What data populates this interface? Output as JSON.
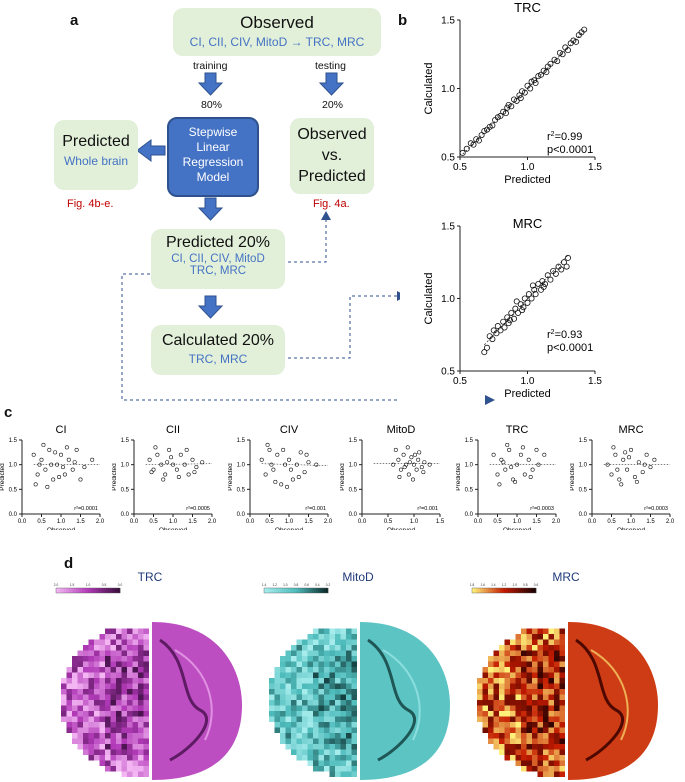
{
  "panel_labels": {
    "a": "a",
    "b": "b",
    "c": "c",
    "d": "d"
  },
  "flow": {
    "observed_title": "Observed",
    "observed_sub": "CI, CII, CIV, MitoD → TRC, MRC",
    "training_label": "training",
    "testing_label": "testing",
    "training_pct": "80%",
    "testing_pct": "20%",
    "model_label": "Stepwise Linear Regression Model",
    "model_lines": [
      "Stepwise",
      "Linear",
      "Regression",
      "Model"
    ],
    "predicted_title": "Predicted",
    "predicted_sub": "Whole brain",
    "predicted_fig": "Fig. 4b-e.",
    "obs_vs_pred_lines": [
      "Observed",
      "vs.",
      "Predicted"
    ],
    "obs_vs_pred_fig": "Fig. 4a.",
    "pred20_title": "Predicted 20%",
    "pred20_sub_lines": [
      "CI, CII, CIV, MitoD",
      "TRC, MRC"
    ],
    "calc20_title": "Calculated 20%",
    "calc20_sub": "TRC, MRC"
  },
  "colors": {
    "box_green": "#e2f0d9",
    "model_blue": "#4472c4",
    "text_blue": "#4472c4",
    "fig_red": "#c00000"
  },
  "chart_data": [
    {
      "id": "b-TRC",
      "type": "scatter",
      "title": "TRC",
      "xlabel": "Predicted",
      "ylabel": "Calculated",
      "xlim": [
        0.5,
        1.5
      ],
      "ylim": [
        0.5,
        1.5
      ],
      "xticks": [
        "0.5",
        "1.0",
        "1.5"
      ],
      "yticks": [
        "0.5",
        "1.0",
        "1.5"
      ],
      "stats_r2": "0.99",
      "stats_p": "p<0.0001",
      "points": [
        [
          0.52,
          0.53
        ],
        [
          0.55,
          0.56
        ],
        [
          0.58,
          0.6
        ],
        [
          0.6,
          0.59
        ],
        [
          0.62,
          0.63
        ],
        [
          0.64,
          0.62
        ],
        [
          0.66,
          0.66
        ],
        [
          0.68,
          0.69
        ],
        [
          0.7,
          0.7
        ],
        [
          0.72,
          0.72
        ],
        [
          0.74,
          0.73
        ],
        [
          0.76,
          0.77
        ],
        [
          0.78,
          0.79
        ],
        [
          0.8,
          0.8
        ],
        [
          0.82,
          0.83
        ],
        [
          0.84,
          0.82
        ],
        [
          0.85,
          0.86
        ],
        [
          0.86,
          0.88
        ],
        [
          0.88,
          0.87
        ],
        [
          0.9,
          0.92
        ],
        [
          0.92,
          0.91
        ],
        [
          0.94,
          0.95
        ],
        [
          0.95,
          0.93
        ],
        [
          0.96,
          0.98
        ],
        [
          0.98,
          0.97
        ],
        [
          1.0,
          1.02
        ],
        [
          1.02,
          1.0
        ],
        [
          1.03,
          1.05
        ],
        [
          1.05,
          1.06
        ],
        [
          1.06,
          1.04
        ],
        [
          1.08,
          1.09
        ],
        [
          1.1,
          1.1
        ],
        [
          1.12,
          1.13
        ],
        [
          1.14,
          1.12
        ],
        [
          1.15,
          1.16
        ],
        [
          1.17,
          1.18
        ],
        [
          1.2,
          1.21
        ],
        [
          1.22,
          1.2
        ],
        [
          1.24,
          1.26
        ],
        [
          1.26,
          1.25
        ],
        [
          1.28,
          1.3
        ],
        [
          1.3,
          1.28
        ],
        [
          1.32,
          1.33
        ],
        [
          1.34,
          1.35
        ],
        [
          1.36,
          1.34
        ],
        [
          1.38,
          1.39
        ],
        [
          1.4,
          1.41
        ],
        [
          1.42,
          1.43
        ]
      ]
    },
    {
      "id": "b-MRC",
      "type": "scatter",
      "title": "MRC",
      "xlabel": "Predicted",
      "ylabel": "Calculated",
      "xlim": [
        0.5,
        1.5
      ],
      "ylim": [
        0.5,
        1.5
      ],
      "xticks": [
        "0.5",
        "1.0",
        "1.5"
      ],
      "yticks": [
        "0.5",
        "1.0",
        "1.5"
      ],
      "stats_r2": "0.93",
      "stats_p": "p<0.0001",
      "points": [
        [
          0.68,
          0.63
        ],
        [
          0.7,
          0.66
        ],
        [
          0.72,
          0.74
        ],
        [
          0.74,
          0.72
        ],
        [
          0.75,
          0.78
        ],
        [
          0.77,
          0.76
        ],
        [
          0.78,
          0.81
        ],
        [
          0.8,
          0.78
        ],
        [
          0.82,
          0.84
        ],
        [
          0.83,
          0.8
        ],
        [
          0.85,
          0.87
        ],
        [
          0.86,
          0.83
        ],
        [
          0.88,
          0.9
        ],
        [
          0.9,
          0.86
        ],
        [
          0.91,
          0.93
        ],
        [
          0.93,
          0.9
        ],
        [
          0.95,
          0.96
        ],
        [
          0.96,
          0.92
        ],
        [
          0.98,
          1.0
        ],
        [
          1.0,
          0.97
        ],
        [
          1.01,
          1.03
        ],
        [
          1.03,
          1.0
        ],
        [
          1.05,
          1.06
        ],
        [
          1.06,
          1.03
        ],
        [
          1.08,
          1.1
        ],
        [
          1.1,
          1.06
        ],
        [
          1.11,
          1.12
        ],
        [
          1.13,
          1.1
        ],
        [
          1.15,
          1.16
        ],
        [
          1.17,
          1.13
        ],
        [
          1.19,
          1.19
        ],
        [
          1.21,
          1.17
        ],
        [
          1.23,
          1.22
        ],
        [
          1.25,
          1.2
        ],
        [
          1.27,
          1.25
        ],
        [
          1.29,
          1.22
        ],
        [
          1.3,
          1.28
        ],
        [
          0.92,
          0.98
        ],
        [
          0.97,
          0.94
        ],
        [
          1.04,
          1.09
        ],
        [
          1.12,
          1.08
        ],
        [
          0.87,
          0.85
        ]
      ]
    },
    {
      "id": "c-CI",
      "type": "scatter",
      "title": "CI",
      "xlabel": "Observed",
      "ylabel": "Predicted",
      "xlim": [
        0,
        2
      ],
      "ylim": [
        0,
        1.5
      ],
      "xticks": [
        "0.0",
        "0.5",
        "1.0",
        "1.5",
        "2.0"
      ],
      "yticks": [
        "0.0",
        "0.5",
        "1.0",
        "1.5"
      ],
      "stats": "r²=0.0001",
      "regression": [
        1.0,
        1.0
      ],
      "points": [
        [
          0.3,
          1.2
        ],
        [
          0.4,
          0.8
        ],
        [
          0.5,
          1.1
        ],
        [
          0.6,
          0.9
        ],
        [
          0.7,
          1.3
        ],
        [
          0.8,
          0.7
        ],
        [
          0.9,
          1.0
        ],
        [
          1.0,
          1.2
        ],
        [
          1.1,
          0.8
        ],
        [
          1.2,
          1.1
        ],
        [
          1.3,
          0.9
        ],
        [
          1.4,
          1.3
        ],
        [
          1.5,
          0.7
        ],
        [
          0.35,
          0.6
        ],
        [
          0.55,
          1.4
        ],
        [
          0.75,
          1.0
        ],
        [
          0.95,
          0.75
        ],
        [
          1.15,
          1.35
        ],
        [
          1.35,
          1.05
        ],
        [
          1.6,
          0.95
        ],
        [
          1.8,
          1.1
        ],
        [
          0.45,
          1.0
        ],
        [
          0.65,
          0.55
        ],
        [
          0.85,
          1.25
        ],
        [
          1.05,
          0.95
        ]
      ]
    },
    {
      "id": "c-CII",
      "type": "scatter",
      "title": "CII",
      "xlabel": "Observed",
      "ylabel": "Predicted",
      "xlim": [
        0,
        2
      ],
      "ylim": [
        0,
        1.5
      ],
      "xticks": [
        "0.0",
        "0.5",
        "1.0",
        "1.5",
        "2.0"
      ],
      "yticks": [
        "0.0",
        "0.5",
        "1.0",
        "1.5"
      ],
      "stats": "r²=0.0005",
      "regression": [
        1.0,
        1.02
      ],
      "points": [
        [
          0.4,
          1.1
        ],
        [
          0.5,
          0.9
        ],
        [
          0.6,
          1.2
        ],
        [
          0.7,
          1.0
        ],
        [
          0.8,
          0.8
        ],
        [
          0.9,
          1.3
        ],
        [
          1.0,
          1.0
        ],
        [
          1.1,
          0.9
        ],
        [
          1.2,
          1.2
        ],
        [
          1.3,
          1.0
        ],
        [
          1.4,
          0.8
        ],
        [
          1.5,
          1.1
        ],
        [
          1.6,
          0.95
        ],
        [
          0.55,
          1.35
        ],
        [
          0.75,
          0.7
        ],
        [
          0.95,
          1.15
        ],
        [
          1.15,
          0.75
        ],
        [
          1.35,
          1.3
        ],
        [
          1.55,
          0.85
        ],
        [
          1.75,
          1.05
        ],
        [
          0.45,
          0.85
        ],
        [
          0.85,
          1.05
        ]
      ]
    },
    {
      "id": "c-CIV",
      "type": "scatter",
      "title": "CIV",
      "xlabel": "Observed",
      "ylabel": "Predicted",
      "xlim": [
        0,
        2
      ],
      "ylim": [
        0,
        1.5
      ],
      "xticks": [
        "0.0",
        "0.5",
        "1.0",
        "1.5",
        "2.0"
      ],
      "yticks": [
        "0.0",
        "0.5",
        "1.0",
        "1.5"
      ],
      "stats": "r²=0.001",
      "regression": [
        1.02,
        0.98
      ],
      "points": [
        [
          0.3,
          1.1
        ],
        [
          0.4,
          0.8
        ],
        [
          0.5,
          1.3
        ],
        [
          0.6,
          0.9
        ],
        [
          0.7,
          1.2
        ],
        [
          0.8,
          0.6
        ],
        [
          0.9,
          1.0
        ],
        [
          1.0,
          1.1
        ],
        [
          1.1,
          0.7
        ],
        [
          1.2,
          1.0
        ],
        [
          1.3,
          1.25
        ],
        [
          1.4,
          0.85
        ],
        [
          1.5,
          1.05
        ],
        [
          0.45,
          1.4
        ],
        [
          0.65,
          0.65
        ],
        [
          0.85,
          1.3
        ],
        [
          1.05,
          0.9
        ],
        [
          1.25,
          0.75
        ],
        [
          1.45,
          1.2
        ],
        [
          1.7,
          1.0
        ],
        [
          0.55,
          1.0
        ],
        [
          0.95,
          0.55
        ]
      ]
    },
    {
      "id": "c-MitoD",
      "type": "scatter",
      "title": "MitoD",
      "xlabel": "Observed",
      "ylabel": "Predicted",
      "xlim": [
        0,
        1.5
      ],
      "ylim": [
        0,
        1.5
      ],
      "xticks": [
        "0.0",
        "0.5",
        "1.0",
        "1.5"
      ],
      "yticks": [
        "0.0",
        "0.5",
        "1.0",
        "1.5"
      ],
      "stats": "r²=0.001",
      "regression": [
        1.02,
        1.02
      ],
      "points": [
        [
          0.6,
          1.0
        ],
        [
          0.7,
          1.1
        ],
        [
          0.75,
          0.9
        ],
        [
          0.8,
          1.2
        ],
        [
          0.85,
          1.0
        ],
        [
          0.9,
          0.8
        ],
        [
          0.95,
          1.15
        ],
        [
          1.0,
          1.0
        ],
        [
          1.05,
          0.9
        ],
        [
          1.1,
          1.25
        ],
        [
          1.15,
          0.95
        ],
        [
          1.2,
          1.05
        ],
        [
          0.65,
          1.3
        ],
        [
          0.72,
          0.75
        ],
        [
          0.88,
          1.35
        ],
        [
          0.98,
          0.7
        ],
        [
          1.08,
          1.1
        ],
        [
          1.18,
          0.85
        ],
        [
          1.3,
          1.0
        ],
        [
          0.82,
          0.95
        ],
        [
          0.92,
          1.05
        ],
        [
          1.02,
          1.2
        ]
      ]
    },
    {
      "id": "c-TRC",
      "type": "scatter",
      "title": "TRC",
      "xlabel": "Observed",
      "ylabel": "Predicted",
      "xlim": [
        0,
        2
      ],
      "ylim": [
        0,
        1.5
      ],
      "xticks": [
        "0.0",
        "0.5",
        "1.0",
        "1.5",
        "2.0"
      ],
      "yticks": [
        "0.0",
        "0.5",
        "1.0",
        "1.5"
      ],
      "stats": "r²=0.0003",
      "regression": [
        1.0,
        1.0
      ],
      "points": [
        [
          0.4,
          1.2
        ],
        [
          0.5,
          0.8
        ],
        [
          0.6,
          1.1
        ],
        [
          0.7,
          0.9
        ],
        [
          0.8,
          1.3
        ],
        [
          0.9,
          0.7
        ],
        [
          1.0,
          1.0
        ],
        [
          1.1,
          1.2
        ],
        [
          1.2,
          0.8
        ],
        [
          1.3,
          1.1
        ],
        [
          1.4,
          0.9
        ],
        [
          1.5,
          1.3
        ],
        [
          0.55,
          0.6
        ],
        [
          0.75,
          1.4
        ],
        [
          0.95,
          0.65
        ],
        [
          1.15,
          1.35
        ],
        [
          1.35,
          0.75
        ],
        [
          1.55,
          1.0
        ],
        [
          1.7,
          1.2
        ],
        [
          0.65,
          1.05
        ],
        [
          0.85,
          0.95
        ]
      ]
    },
    {
      "id": "c-MRC",
      "type": "scatter",
      "title": "MRC",
      "xlabel": "Observed",
      "ylabel": "Predicted",
      "xlim": [
        0,
        2
      ],
      "ylim": [
        0,
        1.5
      ],
      "xticks": [
        "0.0",
        "0.5",
        "1.0",
        "1.5",
        "2.0"
      ],
      "yticks": [
        "0.0",
        "0.5",
        "1.0",
        "1.5"
      ],
      "stats": "r²=0.0003",
      "regression": [
        1.0,
        1.0
      ],
      "points": [
        [
          0.4,
          1.0
        ],
        [
          0.5,
          0.8
        ],
        [
          0.6,
          1.2
        ],
        [
          0.7,
          0.7
        ],
        [
          0.8,
          1.1
        ],
        [
          0.9,
          0.9
        ],
        [
          1.0,
          1.3
        ],
        [
          1.1,
          0.75
        ],
        [
          1.2,
          1.05
        ],
        [
          1.3,
          0.85
        ],
        [
          1.4,
          1.2
        ],
        [
          1.5,
          0.95
        ],
        [
          0.55,
          1.35
        ],
        [
          0.75,
          0.6
        ],
        [
          0.95,
          1.15
        ],
        [
          1.15,
          0.65
        ],
        [
          1.35,
          1.0
        ],
        [
          1.6,
          1.1
        ],
        [
          0.65,
          0.9
        ],
        [
          0.85,
          1.25
        ]
      ]
    }
  ],
  "maps": [
    {
      "title": "TRC",
      "scale_ticks": [
        "2.0",
        "1.5",
        "1.0",
        "0.5",
        "0.0"
      ],
      "color_light": "#f3b6f3",
      "color_mid": "#b23ab8",
      "color_dark": "#3a0d3e"
    },
    {
      "title": "MitoD",
      "scale_ticks": [
        "1.4",
        "1.2",
        "1.0",
        "0.8",
        "0.6",
        "0.4",
        "0.2"
      ],
      "color_light": "#a6ecec",
      "color_mid": "#4fbcbc",
      "color_dark": "#0b2a2a"
    },
    {
      "title": "MRC",
      "scale_ticks": [
        "1.8",
        "1.6",
        "1.4",
        "1.2",
        "1.0",
        "0.8",
        "0.6"
      ],
      "color_light": "#fff07a",
      "color_mid": "#c41a00",
      "color_dark": "#1a0000"
    }
  ]
}
